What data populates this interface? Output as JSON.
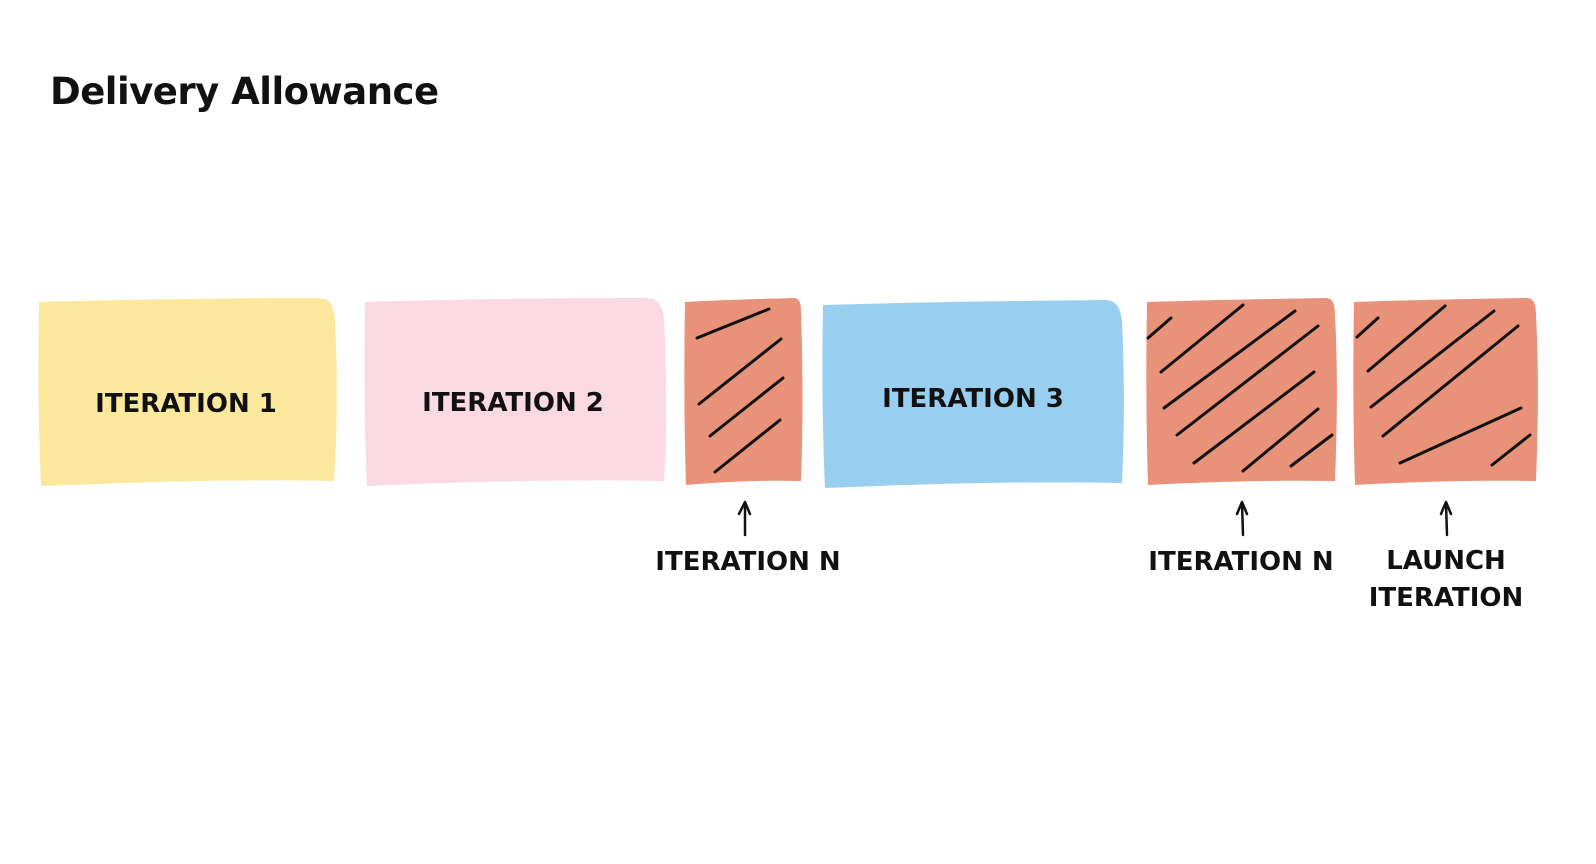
{
  "title": "Delivery Allowance",
  "colors": {
    "iteration_1": "#fbe89c",
    "iteration_2": "#fbd9e3",
    "iteration_3": "#98cff0",
    "buffer": "#e9927a"
  },
  "blocks": [
    {
      "label": "ITERATION 1",
      "color": "#fbe89c"
    },
    {
      "label": "ITERATION 2",
      "color": "#fbd9e3"
    },
    {
      "label": "",
      "color": "#e9927a",
      "hatched": true
    },
    {
      "label": "ITERATION 3",
      "color": "#98cff0"
    },
    {
      "label": "",
      "color": "#e9927a",
      "hatched": true
    },
    {
      "label": "",
      "color": "#e9927a",
      "hatched": true
    }
  ],
  "captions": [
    {
      "lines": [
        "ITERATION N"
      ]
    },
    {
      "lines": [
        "ITERATION N"
      ]
    },
    {
      "lines": [
        "LAUNCH",
        "ITERATION"
      ]
    }
  ]
}
